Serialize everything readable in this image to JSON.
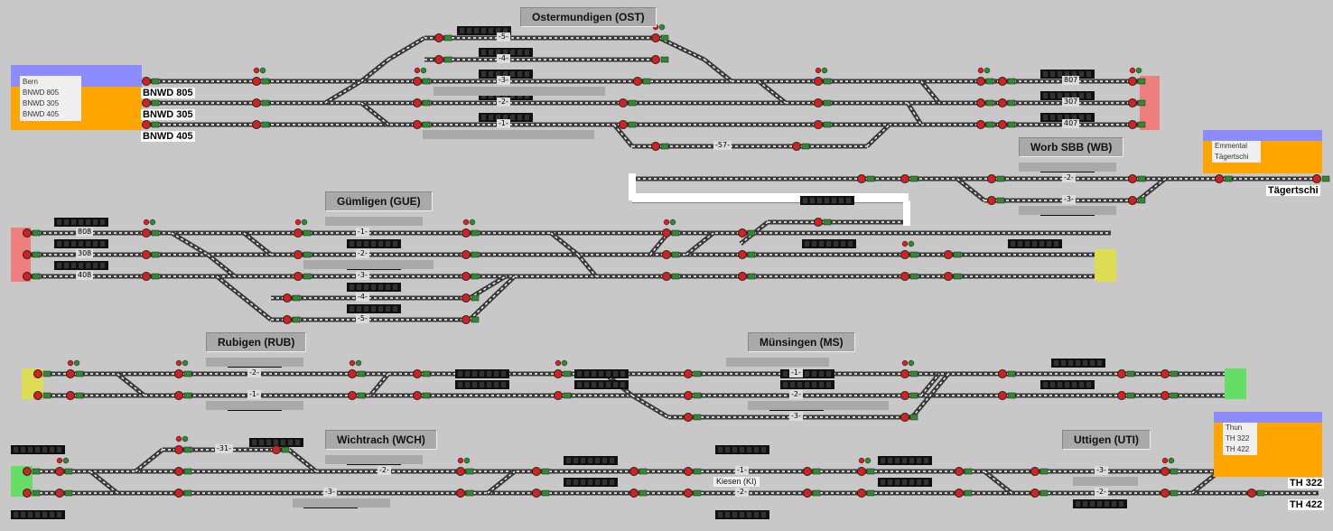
{
  "stations": {
    "ostermundigen": "Ostermundigen (OST)",
    "guemligen": "Gümligen (GUE)",
    "worb": "Worb SBB (WB)",
    "rubigen": "Rubigen (RUB)",
    "muensingen": "Münsingen (MS)",
    "wichtrach": "Wichtrach (WCH)",
    "uttigen": "Uttigen (UTI)"
  },
  "endpoints": {
    "bern_header": "Bern",
    "bern_items": [
      "BNWD 805",
      "BNWD 305",
      "BNWD 405"
    ],
    "bern_labels": [
      "BNWD 805",
      "BNWD 305",
      "BNWD 405"
    ],
    "emmental_items": [
      "Emmental",
      "Tägertschi"
    ],
    "taegertschi_label": "Tägertschi",
    "thun_header": "Thun",
    "thun_items": [
      "TH 322",
      "TH 422"
    ],
    "thun_labels": [
      "TH 322",
      "TH 422"
    ]
  },
  "track_numbers": {
    "ost": [
      "-5-",
      "-4-",
      "-3-",
      "-2-",
      "-1-",
      "-57-"
    ],
    "bern_block": [
      "807",
      "307",
      "407"
    ],
    "gue_block": [
      "808",
      "308",
      "408"
    ],
    "gue": [
      "-1-",
      "-2-",
      "-3-",
      "-4-",
      "-5-"
    ],
    "worb": [
      "-2-",
      "-3-"
    ],
    "rub": [
      "-2-",
      "-1-"
    ],
    "ms": [
      "-1-",
      "-2-",
      "-3-"
    ],
    "wch_31": "-31-",
    "wch": [
      "-2-",
      "-3-"
    ],
    "ki": [
      "-1-",
      "-2-"
    ],
    "ki_station": "Kiesen (KI)",
    "uti": [
      "-3-",
      "-2-"
    ]
  },
  "colors": {
    "background": "#c8c8c8",
    "rail": "#3a3a3a",
    "sleeper": "#ffffff",
    "signal_red": "#d62020",
    "signal_green": "#2e8b2e",
    "block_blue": "#8c8cff",
    "block_orange": "#ffa500",
    "block_pink": "#ef7f7f",
    "block_yellow": "#dddd55",
    "block_lightgreen": "#66dd66"
  }
}
